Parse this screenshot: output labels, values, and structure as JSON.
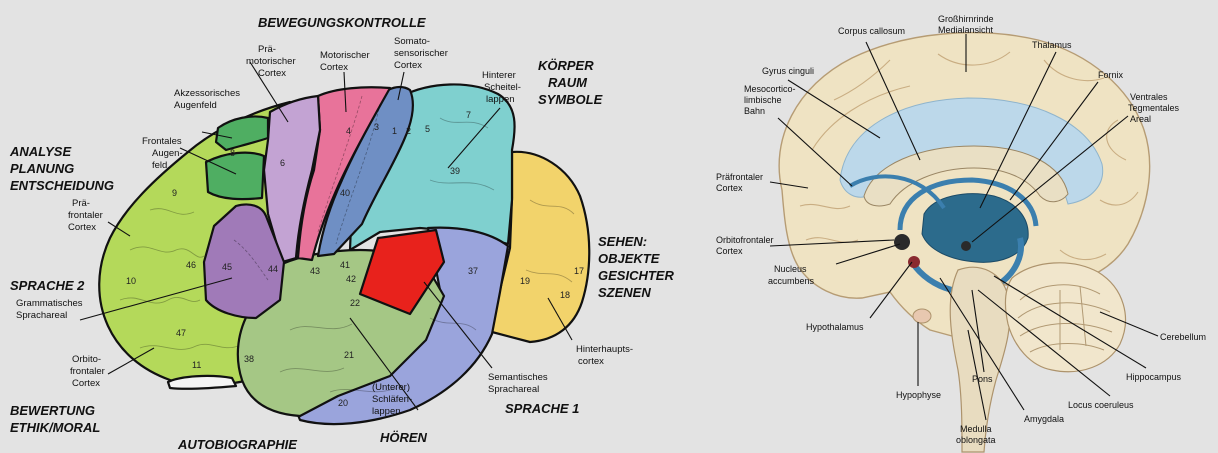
{
  "left_diagram": {
    "functions": {
      "movement": "BEWEGUNGSKONTROLLE",
      "body1": "KÖRPER",
      "body2": "RAUM",
      "body3": "SYMBOLE",
      "analysis1": "ANALYSE",
      "analysis2": "PLANUNG",
      "analysis3": "ENTSCHEIDUNG",
      "language2": "SPRACHE 2",
      "vision1": "SEHEN:",
      "vision2": "OBJEKTE",
      "vision3": "GESICHTER",
      "vision4": "SZENEN",
      "evaluation1": "BEWERTUNG",
      "evaluation2": "ETHIK/MORAL",
      "autobiography": "AUTOBIOGRAPHIE",
      "hearing": "HÖREN",
      "language1": "SPRACHE 1"
    },
    "labels": {
      "premotor1": "Prä-",
      "premotor2": "motorischer",
      "premotor3": "Cortex",
      "motor1": "Motorischer",
      "motor2": "Cortex",
      "somato1": "Somato-",
      "somato2": "sensorischer",
      "somato3": "Cortex",
      "accessory1": "Akzessorisches",
      "accessory2": "Augenfeld",
      "frontal_eye1": "Frontales",
      "frontal_eye2": "Augen-",
      "frontal_eye3": "feld",
      "parietal1": "Hinterer",
      "parietal2": "Scheitel-",
      "parietal3": "lappen",
      "prefrontal1": "Prä-",
      "prefrontal2": "frontaler",
      "prefrontal3": "Cortex",
      "grammar1": "Grammatisches",
      "grammar2": "Sprachareal",
      "orbito1": "Orbito-",
      "orbito2": "frontaler",
      "orbito3": "Cortex",
      "occipital1": "Hinterhaupts-",
      "occipital2": "cortex",
      "semantic1": "Semantisches",
      "semantic2": "Sprachareal",
      "temporal1": "(Unterer)",
      "temporal2": "Schläfen-",
      "temporal3": "lappen"
    },
    "areas": [
      "4",
      "3",
      "1",
      "2",
      "5",
      "7",
      "6",
      "8",
      "9",
      "40",
      "39",
      "46",
      "45",
      "44",
      "43",
      "41",
      "42",
      "22",
      "37",
      "19",
      "17",
      "18",
      "10",
      "47",
      "11",
      "38",
      "21",
      "20"
    ],
    "colors": {
      "prefrontal": "#b4d95a",
      "premotor": "#c3a3d3",
      "motor": "#e8739a",
      "somatosensory": "#6f8fc4",
      "parietal": "#7fd0cf",
      "occipital": "#f2d36b",
      "broca": "#a07ab8",
      "temporal": "#a5c785",
      "temporal_inferior": "#9aa4dc",
      "eyefield": "#4fae62",
      "wernicke": "#e8221c"
    }
  },
  "right_diagram": {
    "labels": {
      "corpus_callosum": "Corpus callosum",
      "cortex_medial1": "Großhirnrinde",
      "cortex_medial2": "Medialansicht",
      "thalamus": "Thalamus",
      "gyrus_cinguli": "Gyrus cinguli",
      "fornix": "Fornix",
      "mesocortico1": "Mesocortico-",
      "mesocortico2": "limbische",
      "mesocortico3": "Bahn",
      "vta1": "Ventrales",
      "vta2": "Tegmentales",
      "vta3": "Areal",
      "prefrontal1": "Präfrontaler",
      "prefrontal2": "Cortex",
      "orbitofrontal1": "Orbitofrontaler",
      "orbitofrontal2": "Cortex",
      "nucleus1": "Nucleus",
      "nucleus2": "accumbens",
      "hypothalamus": "Hypothalamus",
      "cerebellum": "Cerebellum",
      "pons": "Pons",
      "hippocampus": "Hippocampus",
      "hypophyse": "Hypophyse",
      "locus": "Locus coeruleus",
      "amygdala": "Amygdala",
      "medulla1": "Medulla",
      "medulla2": "oblongata"
    }
  }
}
